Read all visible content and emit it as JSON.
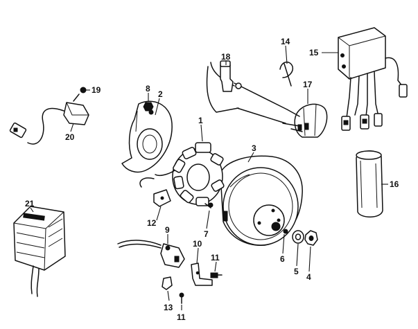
{
  "callouts": [
    {
      "id": "c1",
      "text": "1"
    },
    {
      "id": "c2",
      "text": "2"
    },
    {
      "id": "c3",
      "text": "3"
    },
    {
      "id": "c4",
      "text": "4"
    },
    {
      "id": "c5",
      "text": "5"
    },
    {
      "id": "c6",
      "text": "6"
    },
    {
      "id": "c7",
      "text": "7"
    },
    {
      "id": "c8",
      "text": "8"
    },
    {
      "id": "c9",
      "text": "9"
    },
    {
      "id": "c10",
      "text": "10"
    },
    {
      "id": "c11a",
      "text": "11"
    },
    {
      "id": "c11b",
      "text": "11"
    },
    {
      "id": "c12",
      "text": "12"
    },
    {
      "id": "c13",
      "text": "13"
    },
    {
      "id": "c14",
      "text": "14"
    },
    {
      "id": "c15",
      "text": "15"
    },
    {
      "id": "c16",
      "text": "16"
    },
    {
      "id": "c17",
      "text": "17"
    },
    {
      "id": "c18",
      "text": "18"
    },
    {
      "id": "c19",
      "text": "19"
    },
    {
      "id": "c20",
      "text": "20"
    },
    {
      "id": "c21",
      "text": "21"
    }
  ]
}
